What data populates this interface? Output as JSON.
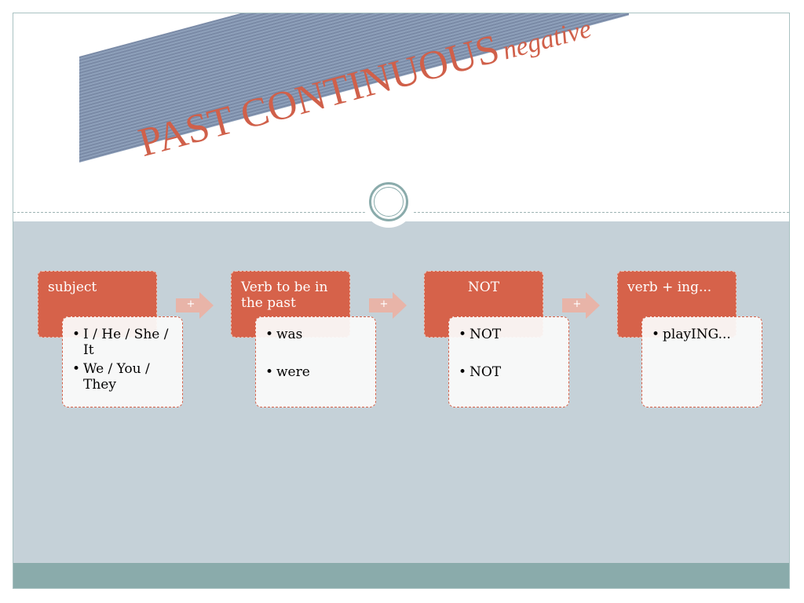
{
  "title": {
    "main": "PAST CONTINUOUS",
    "sub": "negative"
  },
  "colors": {
    "accent": "#d6624a",
    "banner": "#7a8aa6",
    "panel": "#c5d1d8",
    "footer": "#8aabab",
    "connector": "#e8b4a8"
  },
  "connector_symbol": "+",
  "steps": [
    {
      "heading": "subject",
      "items": [
        "I / He / She / It",
        "We / You / They"
      ]
    },
    {
      "heading": "Verb to be in the past",
      "items": [
        "was",
        "were"
      ]
    },
    {
      "heading": "NOT",
      "items": [
        "NOT",
        "NOT"
      ]
    },
    {
      "heading": "verb + ing...",
      "items": [
        "playING..."
      ]
    }
  ]
}
